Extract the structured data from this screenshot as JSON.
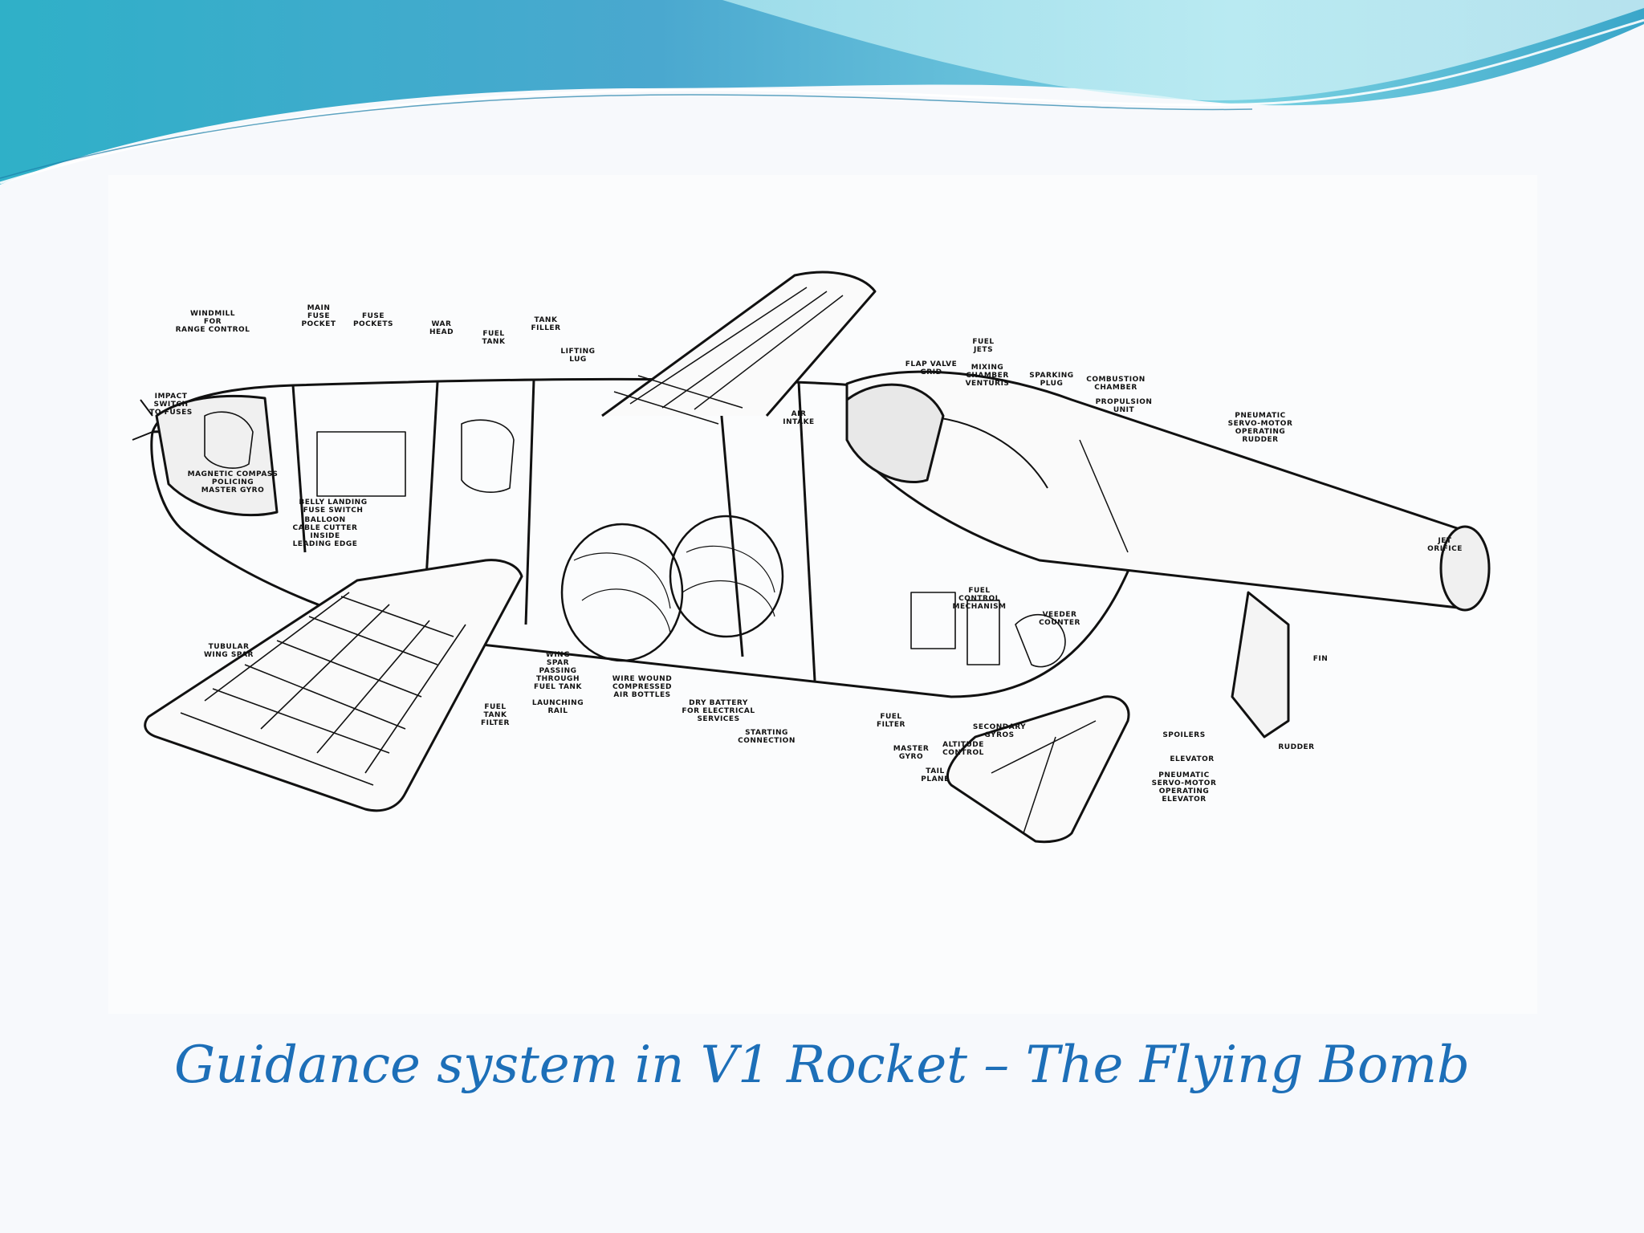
{
  "slide": {
    "title": "Guidance system in V1 Rocket – The Flying Bomb",
    "colors": {
      "title": "#1d6fb8",
      "wave_dark": "#3aa6c9",
      "wave_light": "#9fe0ec",
      "background": "#f7f9fc"
    }
  },
  "diagram": {
    "labels": {
      "windmill": [
        "WINDMILL",
        "FOR",
        "RANGE CONTROL"
      ],
      "main_fuse_pocket": [
        "MAIN",
        "FUSE",
        "POCKET"
      ],
      "fuse_pockets": [
        "FUSE",
        "POCKETS"
      ],
      "war_head": [
        "WAR",
        "HEAD"
      ],
      "fuel_tank": [
        "FUEL",
        "TANK"
      ],
      "tank_filler": [
        "TANK",
        "FILLER"
      ],
      "lifting_lug": [
        "LIFTING",
        "LUG"
      ],
      "impact_switch": [
        "IMPACT",
        "SWITCH",
        "TO FUSES"
      ],
      "magnetic_compass": [
        "MAGNETIC COMPASS",
        "POLICING",
        "MASTER GYRO"
      ],
      "belly_landing": [
        "BELLY LANDING",
        "FUSE SWITCH"
      ],
      "balloon_cable": [
        "BALLOON",
        "CABLE CUTTER",
        "INSIDE",
        "LEADING EDGE"
      ],
      "tubular_wing_spar": [
        "TUBULAR",
        "WING SPAR"
      ],
      "wing_spar_passing": [
        "WING",
        "SPAR",
        "PASSING",
        "THROUGH",
        "FUEL TANK"
      ],
      "fuel_tank_filter": [
        "FUEL",
        "TANK",
        "FILTER"
      ],
      "launching_rail": [
        "LAUNCHING",
        "RAIL"
      ],
      "wire_wound": [
        "WIRE WOUND",
        "COMPRESSED",
        "AIR BOTTLES"
      ],
      "dry_battery": [
        "DRY BATTERY",
        "FOR ELECTRICAL",
        "SERVICES"
      ],
      "starting_connection": [
        "STARTING",
        "CONNECTION"
      ],
      "fuel_filter": [
        "FUEL",
        "FILTER"
      ],
      "master_gyro": [
        "MASTER",
        "GYRO"
      ],
      "altitude_control": [
        "ALTITUDE",
        "CONTROL"
      ],
      "secondary_gyros": [
        "SECONDARY",
        "GYROS"
      ],
      "air_intake": [
        "AIR",
        "INTAKE"
      ],
      "flap_valve_grid": [
        "FLAP VALVE",
        "GRID"
      ],
      "fuel_jets": [
        "FUEL",
        "JETS"
      ],
      "mixing_chamber": [
        "MIXING",
        "CHAMBER",
        "VENTURIS"
      ],
      "sparking_plug": [
        "SPARKING",
        "PLUG"
      ],
      "combustion_chamber": [
        "COMBUSTION",
        "CHAMBER"
      ],
      "propulsion_unit": [
        "PROPULSION",
        "UNIT"
      ],
      "pneumatic_rudder": [
        "PNEUMATIC",
        "SERVO-MOTOR",
        "OPERATING",
        "RUDDER"
      ],
      "jet_orifice": [
        "JET",
        "ORIFICE"
      ],
      "fuel_control": [
        "FUEL",
        "CONTROL",
        "MECHANISM"
      ],
      "veeder_counter": [
        "VEEDER",
        "COUNTER"
      ],
      "fin": [
        "FIN"
      ],
      "tail_plane": [
        "TAIL",
        "PLANE"
      ],
      "spoilers": [
        "SPOILERS"
      ],
      "elevator": [
        "ELEVATOR"
      ],
      "rudder": [
        "RUDDER"
      ],
      "pneumatic_elevator": [
        "PNEUMATIC",
        "SERVO-MOTOR",
        "OPERATING",
        "ELEVATOR"
      ]
    }
  }
}
